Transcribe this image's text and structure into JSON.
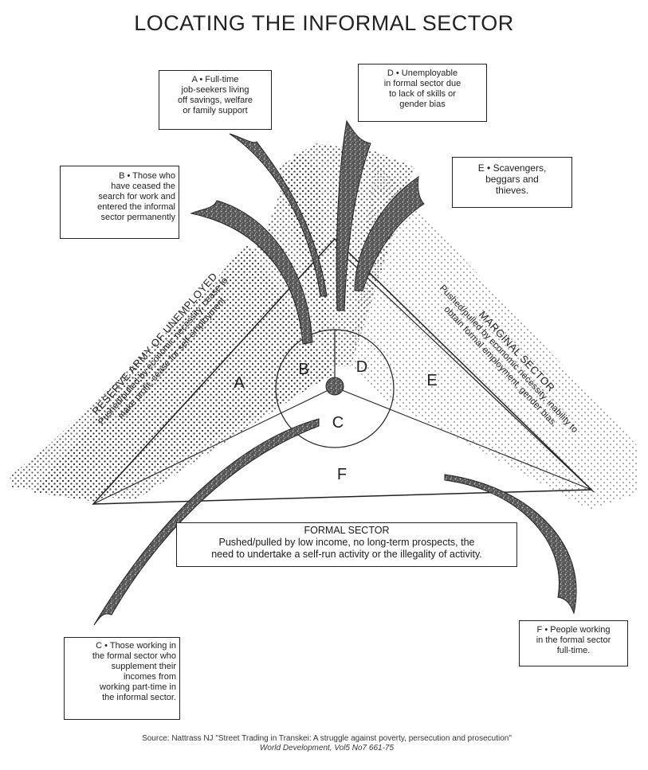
{
  "title": "LOCATING THE INFORMAL SECTOR",
  "boxes": {
    "a": [
      "A • Full-time",
      "job-seekers living",
      "off savings, welfare",
      "or family support"
    ],
    "b": [
      "B • Those who",
      "have ceased the",
      "search for work and",
      "entered the informal",
      "sector permanently"
    ],
    "d": [
      "D • Unemployable",
      "in formal sector due",
      "to lack of skills or",
      "gender bias"
    ],
    "e": [
      "E • Scavengers,",
      "beggars and",
      "thieves."
    ],
    "c": [
      "C • Those working in",
      "the formal sector who",
      "supplement their",
      "incomes from",
      "working part-time in",
      "the informal sector."
    ],
    "f": [
      "F • People working",
      "in the formal sector",
      "full-time."
    ]
  },
  "reserve_army": {
    "heading": "RESERVE ARMY OF UNEMPLOYED",
    "text": [
      "Pushed/pulled by economic necessity, cease to",
      "make profit, cease for self-employment"
    ]
  },
  "marginal_sector": {
    "heading": "MARGINAL SECTOR",
    "text": [
      "Pushed/pulled by economic necessity, inability to",
      "obtain formal employment, gender bias."
    ]
  },
  "formal_sector": {
    "heading": "FORMAL SECTOR",
    "text": [
      "Pushed/pulled by low income, no long-term prospects, the",
      "need to undertake a self-run activity or the illegality of activity."
    ]
  },
  "segments": {
    "a": "A",
    "b": "B",
    "c": "C",
    "d": "D",
    "e": "E",
    "f": "F"
  },
  "source": {
    "line1": "Source: Nattrass NJ \"Street Trading in Transkei: A struggle against poverty, persecution and prosecution\"",
    "line2": "World Development, Vol5 No7 661-75"
  },
  "colors": {
    "ink": "#222222",
    "stipple": "#333333",
    "arrow_fill": "#6e6e6e"
  }
}
